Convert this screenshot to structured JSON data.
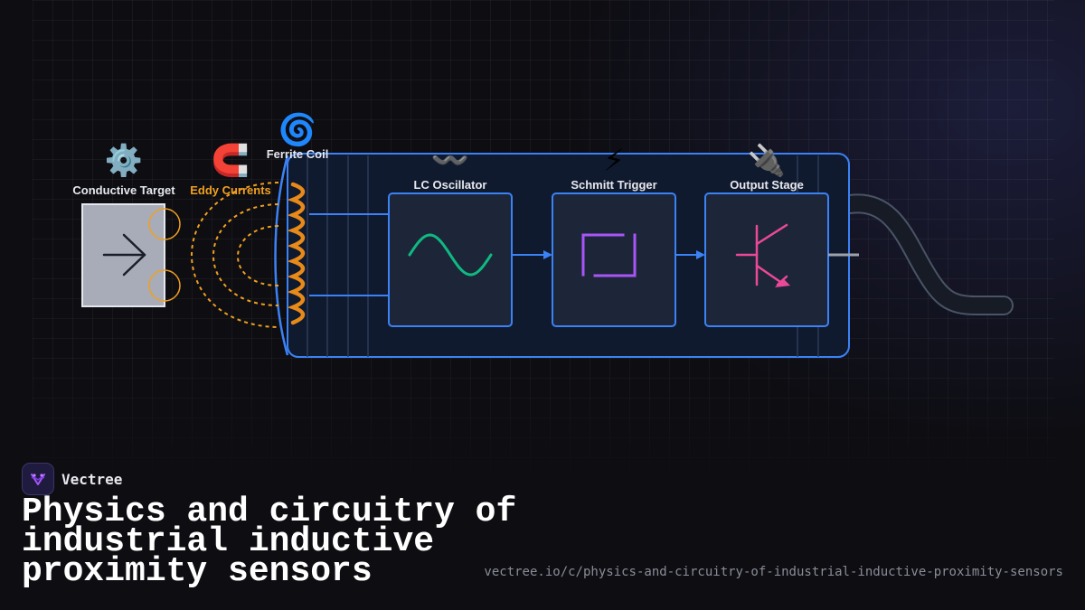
{
  "brand": {
    "name": "Vectree"
  },
  "page": {
    "title": "Physics and circuitry of industrial inductive proximity sensors",
    "url": "vectree.io/c/physics-and-circuitry-of-industrial-inductive-proximity-sensors"
  },
  "diagram": {
    "components": [
      {
        "id": "target",
        "label": "Conductive Target",
        "emoji": "⚙️"
      },
      {
        "id": "eddy",
        "label": "Eddy Currents",
        "emoji": "🧲"
      },
      {
        "id": "coil",
        "label": "Ferrite Coil",
        "emoji": "🌀"
      },
      {
        "id": "oscillator",
        "label": "LC Oscillator",
        "emoji": "〰️"
      },
      {
        "id": "schmitt",
        "label": "Schmitt Trigger",
        "emoji": "⚡"
      },
      {
        "id": "output",
        "label": "Output Stage",
        "emoji": "🔌"
      }
    ]
  },
  "colors": {
    "housing_stroke": "#3b82f6",
    "housing_fill": "#101a2e",
    "block_fill": "#1c2638",
    "coil": "#e88a1a",
    "eddy": "#f0a020",
    "sine": "#10b981",
    "schmitt": "#a855f7",
    "transistor": "#ec4899",
    "target_fill": "#a7acb8",
    "cable": "#2a3140",
    "cable_edge": "#4a5466"
  }
}
